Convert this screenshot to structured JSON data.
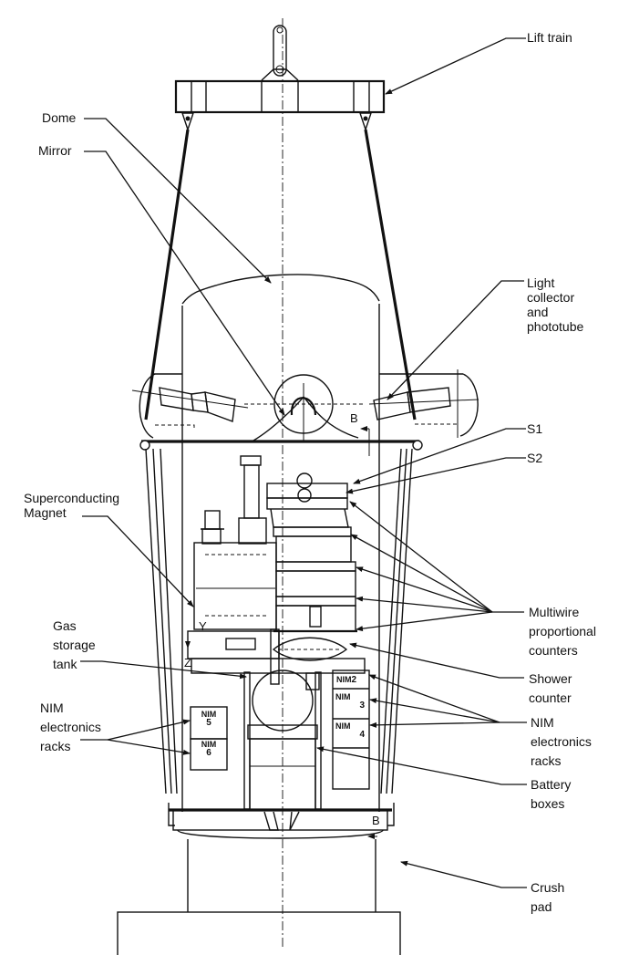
{
  "diagram": {
    "subject": "Balloon-borne cosmic ray detector gondola (cross-section)",
    "labels": {
      "lift_train": "Lift train",
      "dome": "Dome",
      "mirror": "Mirror",
      "light_collector": "Light\ncollector\nand\nphototube",
      "s1": "S1",
      "s2": "S2",
      "superconducting_magnet": "Superconducting\nMagnet",
      "gas_storage_tank": "Gas\nstorage\ntank",
      "nim_racks_left": "NIM\nelectronics\nracks",
      "multiwire": "Multiwire\nproportional\ncounters",
      "shower_counter": "Shower\ncounter",
      "nim_racks_right": "NIM\nelectronics\nracks",
      "battery_boxes": "Battery\nboxes",
      "crush_pad": "Crush\npad"
    },
    "section_marks": {
      "b_top": "B",
      "b_bottom": "B",
      "y": "Y",
      "z": "Z"
    },
    "nim_units": [
      {
        "name": "NIM",
        "number": "2"
      },
      {
        "name": "NIM",
        "number": "3"
      },
      {
        "name": "NIM",
        "number": "4"
      },
      {
        "name": "NIM",
        "number": "5"
      },
      {
        "name": "NIM",
        "number": "6"
      }
    ]
  }
}
